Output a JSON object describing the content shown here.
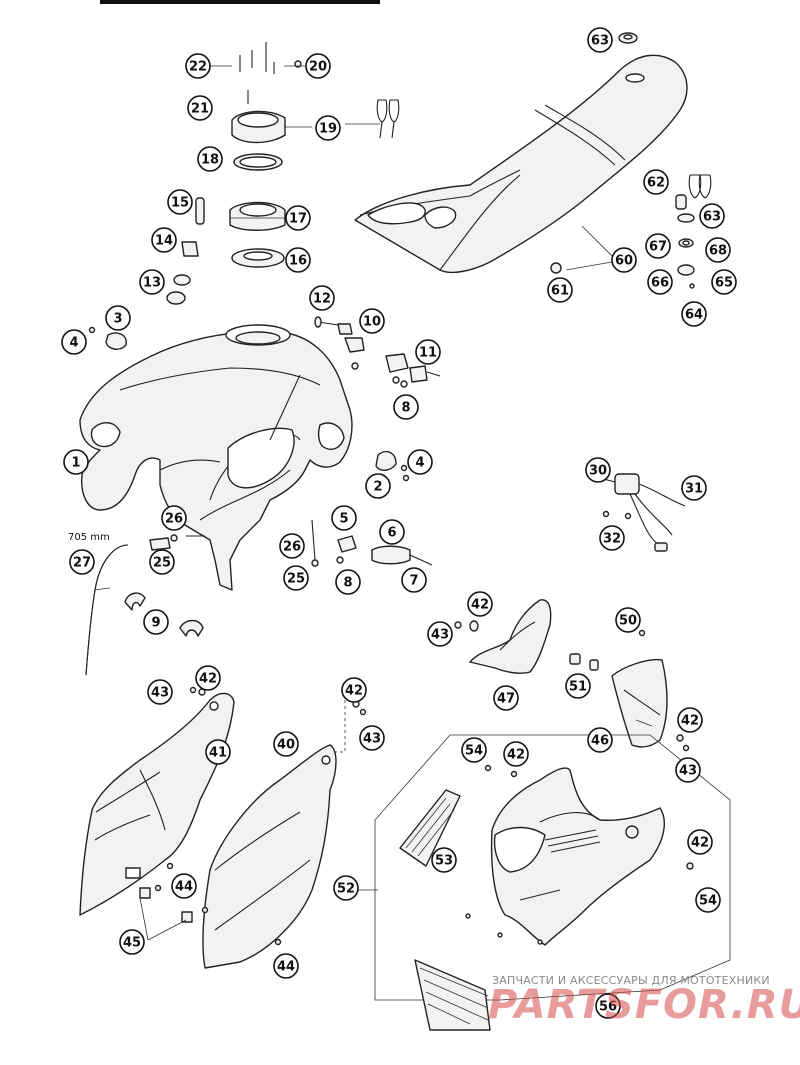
{
  "hose_length_label": "705 mm",
  "callouts": [
    {
      "id": "c1",
      "label": "1"
    },
    {
      "id": "c2",
      "label": "2"
    },
    {
      "id": "c3",
      "label": "3"
    },
    {
      "id": "c4a",
      "label": "4"
    },
    {
      "id": "c4b",
      "label": "4"
    },
    {
      "id": "c5",
      "label": "5"
    },
    {
      "id": "c6",
      "label": "6"
    },
    {
      "id": "c7",
      "label": "7"
    },
    {
      "id": "c8a",
      "label": "8"
    },
    {
      "id": "c8b",
      "label": "8"
    },
    {
      "id": "c9",
      "label": "9"
    },
    {
      "id": "c10",
      "label": "10"
    },
    {
      "id": "c11",
      "label": "11"
    },
    {
      "id": "c12",
      "label": "12"
    },
    {
      "id": "c13",
      "label": "13"
    },
    {
      "id": "c14",
      "label": "14"
    },
    {
      "id": "c15",
      "label": "15"
    },
    {
      "id": "c16",
      "label": "16"
    },
    {
      "id": "c17",
      "label": "17"
    },
    {
      "id": "c18",
      "label": "18"
    },
    {
      "id": "c19",
      "label": "19"
    },
    {
      "id": "c20",
      "label": "20"
    },
    {
      "id": "c21",
      "label": "21"
    },
    {
      "id": "c22",
      "label": "22"
    },
    {
      "id": "c25a",
      "label": "25"
    },
    {
      "id": "c25b",
      "label": "25"
    },
    {
      "id": "c26a",
      "label": "26"
    },
    {
      "id": "c26b",
      "label": "26"
    },
    {
      "id": "c27",
      "label": "27"
    },
    {
      "id": "c30",
      "label": "30"
    },
    {
      "id": "c31",
      "label": "31"
    },
    {
      "id": "c32",
      "label": "32"
    },
    {
      "id": "c40",
      "label": "40"
    },
    {
      "id": "c41",
      "label": "41"
    },
    {
      "id": "c42a",
      "label": "42"
    },
    {
      "id": "c42b",
      "label": "42"
    },
    {
      "id": "c42c",
      "label": "42"
    },
    {
      "id": "c42d",
      "label": "42"
    },
    {
      "id": "c42e",
      "label": "42"
    },
    {
      "id": "c42f",
      "label": "42"
    },
    {
      "id": "c43a",
      "label": "43"
    },
    {
      "id": "c43b",
      "label": "43"
    },
    {
      "id": "c43c",
      "label": "43"
    },
    {
      "id": "c43d",
      "label": "43"
    },
    {
      "id": "c44a",
      "label": "44"
    },
    {
      "id": "c44b",
      "label": "44"
    },
    {
      "id": "c45",
      "label": "45"
    },
    {
      "id": "c46",
      "label": "46"
    },
    {
      "id": "c47",
      "label": "47"
    },
    {
      "id": "c50",
      "label": "50"
    },
    {
      "id": "c51",
      "label": "51"
    },
    {
      "id": "c52",
      "label": "52"
    },
    {
      "id": "c53",
      "label": "53"
    },
    {
      "id": "c54a",
      "label": "54"
    },
    {
      "id": "c54b",
      "label": "54"
    },
    {
      "id": "c56",
      "label": "56"
    },
    {
      "id": "c60",
      "label": "60"
    },
    {
      "id": "c61",
      "label": "61"
    },
    {
      "id": "c62",
      "label": "62"
    },
    {
      "id": "c63a",
      "label": "63"
    },
    {
      "id": "c63b",
      "label": "63"
    },
    {
      "id": "c64",
      "label": "64"
    },
    {
      "id": "c65",
      "label": "65"
    },
    {
      "id": "c66",
      "label": "66"
    },
    {
      "id": "c67",
      "label": "67"
    },
    {
      "id": "c68",
      "label": "68"
    }
  ],
  "watermark": {
    "caption": "ЗАПЧАСТИ И АКСЕССУАРЫ ДЛЯ МОТОТЕХНИКИ",
    "logo": "PARTSFOR.RU",
    "color": "#d64848"
  }
}
